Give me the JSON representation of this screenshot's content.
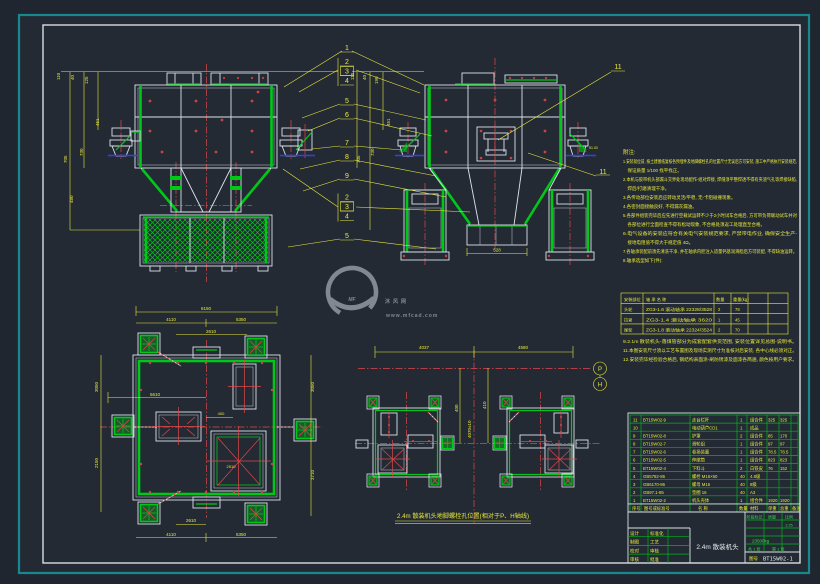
{
  "watermark": {
    "logo": "MF",
    "sparkle": "+",
    "brand": "沐风网",
    "url": "www.mfcad.com"
  },
  "balloons": {
    "stack": [
      "1",
      "2",
      "3",
      "4",
      "5",
      "6",
      "7",
      "8",
      "9",
      "2",
      "3",
      "4",
      "5"
    ],
    "eleven_a": "11",
    "eleven_b": "11"
  },
  "axis": {
    "p": "P",
    "h": "H"
  },
  "dims": {
    "v1": [
      "110",
      "40",
      "125",
      "451",
      "705",
      "730",
      "480"
    ],
    "v2": [
      "110",
      "40",
      "190",
      "451",
      "705",
      "730",
      "528",
      "51.03"
    ],
    "v3": [
      "6150",
      "4110",
      "5350",
      "2610",
      "5610",
      "400",
      "2510",
      "2610",
      "4110",
      "5350",
      "3050",
      "2150",
      "3050",
      "3710"
    ],
    "v4": [
      "4037",
      "4580",
      "400",
      "410",
      "4070±10"
    ]
  },
  "caption": "2.4m 散装机头地脚螺栓孔位置(相对于P、H轴线)",
  "notes": {
    "title": "附注:",
    "lines1": [
      "1.安装就位前, 按土建图纸复核各预埋件及地脚螺栓孔的位置尺寸无误后方可安装, 施工中严格执行安装规范,",
      "　保证质量 1/100 找平找正。",
      "2.本机与胶带机头部漏斗交界处现场配作-组对焊接, 焊缝须平整焊透不得有夹渣气孔等焊接缺陷,",
      "　焊后/打磨清理干净。",
      "3.各传动部位安装后应转动灵活/平稳, 无-卡阻碰撞现象。",
      "4.各密封面接触良好, 不得漏灰漏油。",
      "5.各部件组装完毕后应先进行空载试运转不少于2小时试车合格后, 方可带负荷联动试车并对",
      "　各部位进行全面检查不得有松动现象, 不合格处须返工处理直至合格。",
      "6.电气设备的安装应符合有关电气安装规范要求, 严禁带电作业, 确保安全生产-",
      "　接地电阻值不得大于规定值 4Ω。",
      "7.各轴承装配前须先清洗干净, 并在轴承内腔注入适量钙基润滑脂后方可装配, 不得缺油运转。",
      "8.轴承选型如下(件):"
    ],
    "lines3": [
      "9.2.1m 散装机头-落煤管部分为成套配套供货范围, 安装位置详见总图-说明书。",
      "11.本图安装尺寸须以工艺布置图及现场实测尺寸为准核对后安装, 各中心线必须对正。",
      "12.安装完毕经检验合格后, 钢结构表面涂-刷防锈漆及面漆各两遍, 颜色按用户要求。"
    ]
  },
  "bearing_table": {
    "headers": [
      [
        "安装部位",
        "轴 承 名 称",
        "数量",
        "重量(kg)"
      ]
    ],
    "rows": [
      [
        "头轮",
        "ZG3-1.6 滚动轴承 22328/3528",
        "2",
        "78"
      ],
      [
        "拉紧",
        "ZG3-1.4 滚动轴承 3620",
        "1",
        "45"
      ],
      [
        "尾轮",
        "ZG3-1.8 滚动轴承 22324/3524",
        "2",
        "70"
      ]
    ]
  },
  "bom": {
    "headers": [
      [
        "序号",
        "图号或标准号",
        "名  称",
        "数量",
        "材料",
        "单重",
        "总重",
        "备注"
      ]
    ],
    "rows": [
      [
        "11",
        "BT15W02-9",
        "走台栏杆",
        "1",
        "组合件",
        "325",
        "325",
        ""
      ],
      [
        "10",
        "",
        "电动葫芦CD1",
        "1",
        "成品",
        "",
        "",
        ""
      ],
      [
        "9",
        "BT15W02-8",
        "护罩",
        "2",
        "组合件",
        "85",
        "170",
        ""
      ],
      [
        "8",
        "BT15W02-7",
        "滑轮组",
        "1",
        "组合件",
        "97",
        "97",
        ""
      ],
      [
        "7",
        "BT15W02-6",
        "卷扬装置",
        "1",
        "组合件",
        "78.5",
        "78.5",
        ""
      ],
      [
        "6",
        "BT15W02-5",
        "伸缩筒",
        "1",
        "组合件",
        "823",
        "823",
        ""
      ],
      [
        "5",
        "BT15W02-4",
        "下料斗",
        "2",
        "白铁皮",
        "76",
        "152",
        ""
      ],
      [
        "4",
        "GB5782-86",
        "螺栓 M16×50",
        "40",
        "4.8级",
        "",
        "",
        ""
      ],
      [
        "3",
        "GB6170-86",
        "螺母 M16",
        "40",
        "8级",
        "",
        "",
        ""
      ],
      [
        "2",
        "GB97.1-85",
        "垫圈 16",
        "40",
        "A3",
        "",
        "",
        ""
      ],
      [
        "1",
        "BT15W02-2",
        "机头壳体",
        "1",
        "组合件",
        "1920",
        "1920",
        ""
      ]
    ]
  },
  "titleblock": {
    "product": "2.4m 散装机头",
    "stage_label": "阶段标记",
    "mass_label": "质量",
    "scale_label": "比例",
    "mass": "23500kg",
    "scale": "1:25",
    "sheets": "共 1 张",
    "sheet_no": "第 1 张",
    "dwg_label": "图号",
    "dwg_no": "BT15W02-1",
    "sign_rows": [
      [
        "设计",
        "标准化"
      ],
      [
        "制图",
        "工艺"
      ],
      [
        "校对",
        "审核"
      ],
      [
        "审核",
        "批准"
      ]
    ]
  }
}
